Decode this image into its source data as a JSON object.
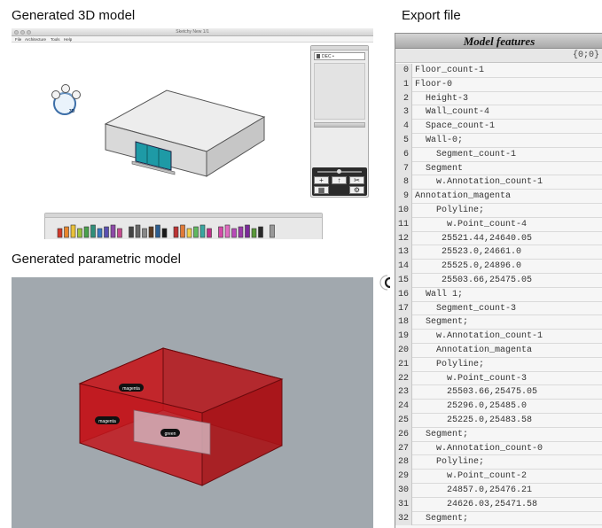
{
  "headings": {
    "model3d": "Generated 3D model",
    "parametric": "Generated parametric model",
    "export": "Export file"
  },
  "sketchup": {
    "title": "Sketchy New 1/1",
    "menu": [
      "File",
      "Architecture",
      "Tools",
      "Help"
    ],
    "panel_tab": "DEC •",
    "gizmo_label": "3D",
    "controls": [
      "+",
      "↑",
      "✂",
      "▦",
      "⚙"
    ]
  },
  "parametric": {
    "tags": [
      "magenta",
      "magenta",
      "green"
    ],
    "colors": {
      "box": "#c2161c",
      "window": "#cfa9b1",
      "background": "#a1a8ae"
    }
  },
  "export_panel": {
    "header": "Model features",
    "path": "{0;0}",
    "rows": [
      {
        "index": "0",
        "text": "Floor_count-1"
      },
      {
        "index": "1",
        "text": "Floor-0"
      },
      {
        "index": "2",
        "text": "  Height-3"
      },
      {
        "index": "3",
        "text": "  Wall_count-4"
      },
      {
        "index": "4",
        "text": "  Space_count-1"
      },
      {
        "index": "5",
        "text": "  Wall-0;"
      },
      {
        "index": "6",
        "text": "    Segment_count-1"
      },
      {
        "index": "7",
        "text": "  Segment"
      },
      {
        "index": "8",
        "text": "    w.Annotation_count-1"
      },
      {
        "index": "9",
        "text": "Annotation_magenta"
      },
      {
        "index": "10",
        "text": "    Polyline;"
      },
      {
        "index": "11",
        "text": "      w.Point_count-4"
      },
      {
        "index": "12",
        "text": "     25521.44,24640.05"
      },
      {
        "index": "13",
        "text": "     25523.0,24661.0"
      },
      {
        "index": "14",
        "text": "     25525.0,24896.0"
      },
      {
        "index": "15",
        "text": "     25503.66,25475.05"
      },
      {
        "index": "16",
        "text": "  Wall 1;"
      },
      {
        "index": "17",
        "text": "    Segment_count-3"
      },
      {
        "index": "18",
        "text": "  Segment;"
      },
      {
        "index": "19",
        "text": "    w.Annotation_count-1"
      },
      {
        "index": "20",
        "text": "    Annotation_magenta"
      },
      {
        "index": "21",
        "text": "    Polyline;"
      },
      {
        "index": "22",
        "text": "      w.Point_count-3"
      },
      {
        "index": "23",
        "text": "      25503.66,25475.05"
      },
      {
        "index": "24",
        "text": "      25296.0,25485.0"
      },
      {
        "index": "25",
        "text": "      25225.0,25483.58"
      },
      {
        "index": "26",
        "text": "  Segment;"
      },
      {
        "index": "27",
        "text": "    w.Annotation_count-0"
      },
      {
        "index": "28",
        "text": "    Polyline;"
      },
      {
        "index": "29",
        "text": "      w.Point_count-2"
      },
      {
        "index": "30",
        "text": "      24857.0,25476.21"
      },
      {
        "index": "31",
        "text": "      24626.03,25471.58"
      },
      {
        "index": "32",
        "text": "  Segment;"
      }
    ]
  }
}
